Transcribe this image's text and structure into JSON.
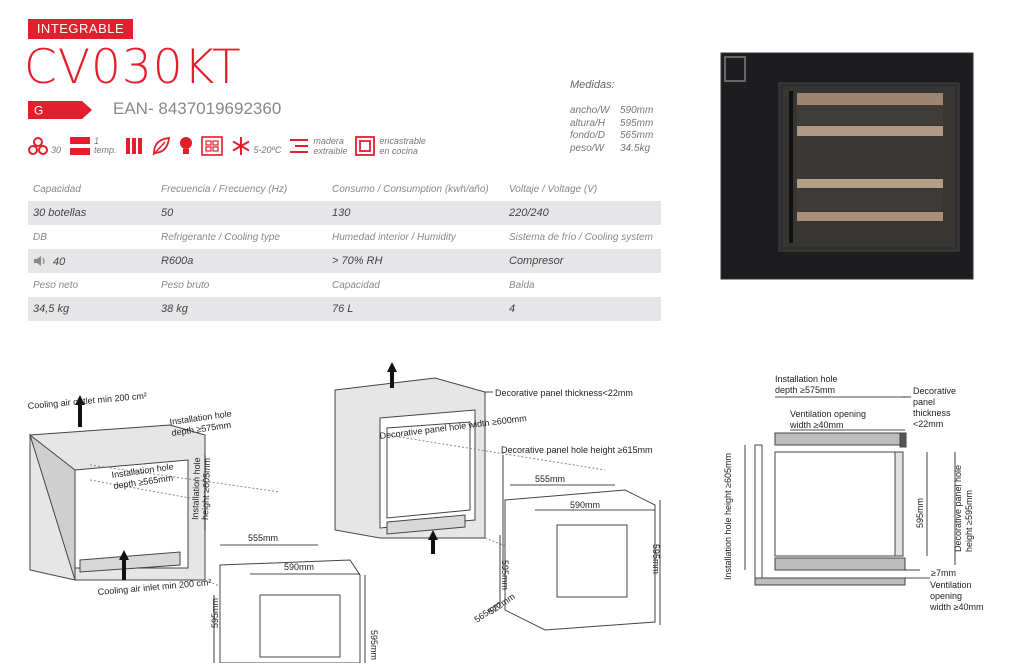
{
  "header": {
    "badge": "INTEGRABLE",
    "model": "CV030KT",
    "energy_class": "G",
    "ean_label": "EAN-",
    "ean_value": "8437019692360"
  },
  "icons": {
    "bottles": "30",
    "temp_zones": "1",
    "temp_label": "temp.",
    "temp_range": "5-20ºC",
    "wood_line1": "madera",
    "wood_line2": "extraible",
    "built_line1": "encastrable",
    "built_line2": "en cocina"
  },
  "measures": {
    "title": "Medidas:",
    "rows": [
      {
        "k": "ancho/W",
        "v": "590mm"
      },
      {
        "k": "altura/H",
        "v": "595mm"
      },
      {
        "k": "fondo/D",
        "v": "565mm"
      },
      {
        "k": "peso/W",
        "v": "34.5kg"
      }
    ]
  },
  "specs": [
    {
      "labels": [
        "Capacidad",
        "Frecuencia / Frecuency (Hz)",
        "Consumo / Consumption (kwh/año)",
        "Voltaje / Voltage (V)"
      ],
      "values": [
        "30 botellas",
        "50",
        "130",
        "220/240"
      ]
    },
    {
      "labels": [
        "DB",
        "Refrigerante / Cooling type",
        "Humedad interior / Humidity",
        "Sistema de frío / Cooling system"
      ],
      "values": [
        "40",
        "R600a",
        "> 70% RH",
        "Compresor"
      ]
    },
    {
      "labels": [
        "Peso neto",
        "Peso bruto",
        "Capacidad",
        "Balda"
      ],
      "values": [
        "34,5 kg",
        "38 kg",
        "76 L",
        "4"
      ]
    }
  ],
  "diagram1": {
    "outlet": "Cooling air outlet min 200 cm²",
    "inlet": "Cooling air inlet min 200 cm²",
    "depth575": "Installation hole depth ≥575mm",
    "depth565": "Installation hole depth ≥565mm",
    "height605": "Installation hole height ≥605mm",
    "w555": "555mm",
    "w590": "590mm",
    "h595": "595mm"
  },
  "diagram2": {
    "thickness": "Decorative panel  thickness<22mm",
    "width600": "Decorative panel hole width ≥600mm",
    "height615": "Decorative panel hole height ≥615mm",
    "w555": "555mm",
    "w590": "590mm",
    "h595a": "595mm",
    "h595b": "595mm",
    "d522": "522mm",
    "d565": "565mm"
  },
  "diagram3": {
    "depth_l1": "Installation hole",
    "depth_l2": "depth ≥575mm",
    "vent_l1": "Ventilation opening",
    "vent_l2": "width ≥40mm",
    "panel_l1": "Decorative",
    "panel_l2": "panel",
    "panel_l3": "thickness",
    "panel_l4": "<22mm",
    "height605": "Installation hole height ≥605mm",
    "h595": "595mm",
    "panel_h1": "Decorative panel hole",
    "panel_h2": "height ≥595mm",
    "gap7": "≥7mm",
    "vent2_l1": "Ventilation",
    "vent2_l2": "opening",
    "vent2_l3": "width ≥40mm"
  }
}
